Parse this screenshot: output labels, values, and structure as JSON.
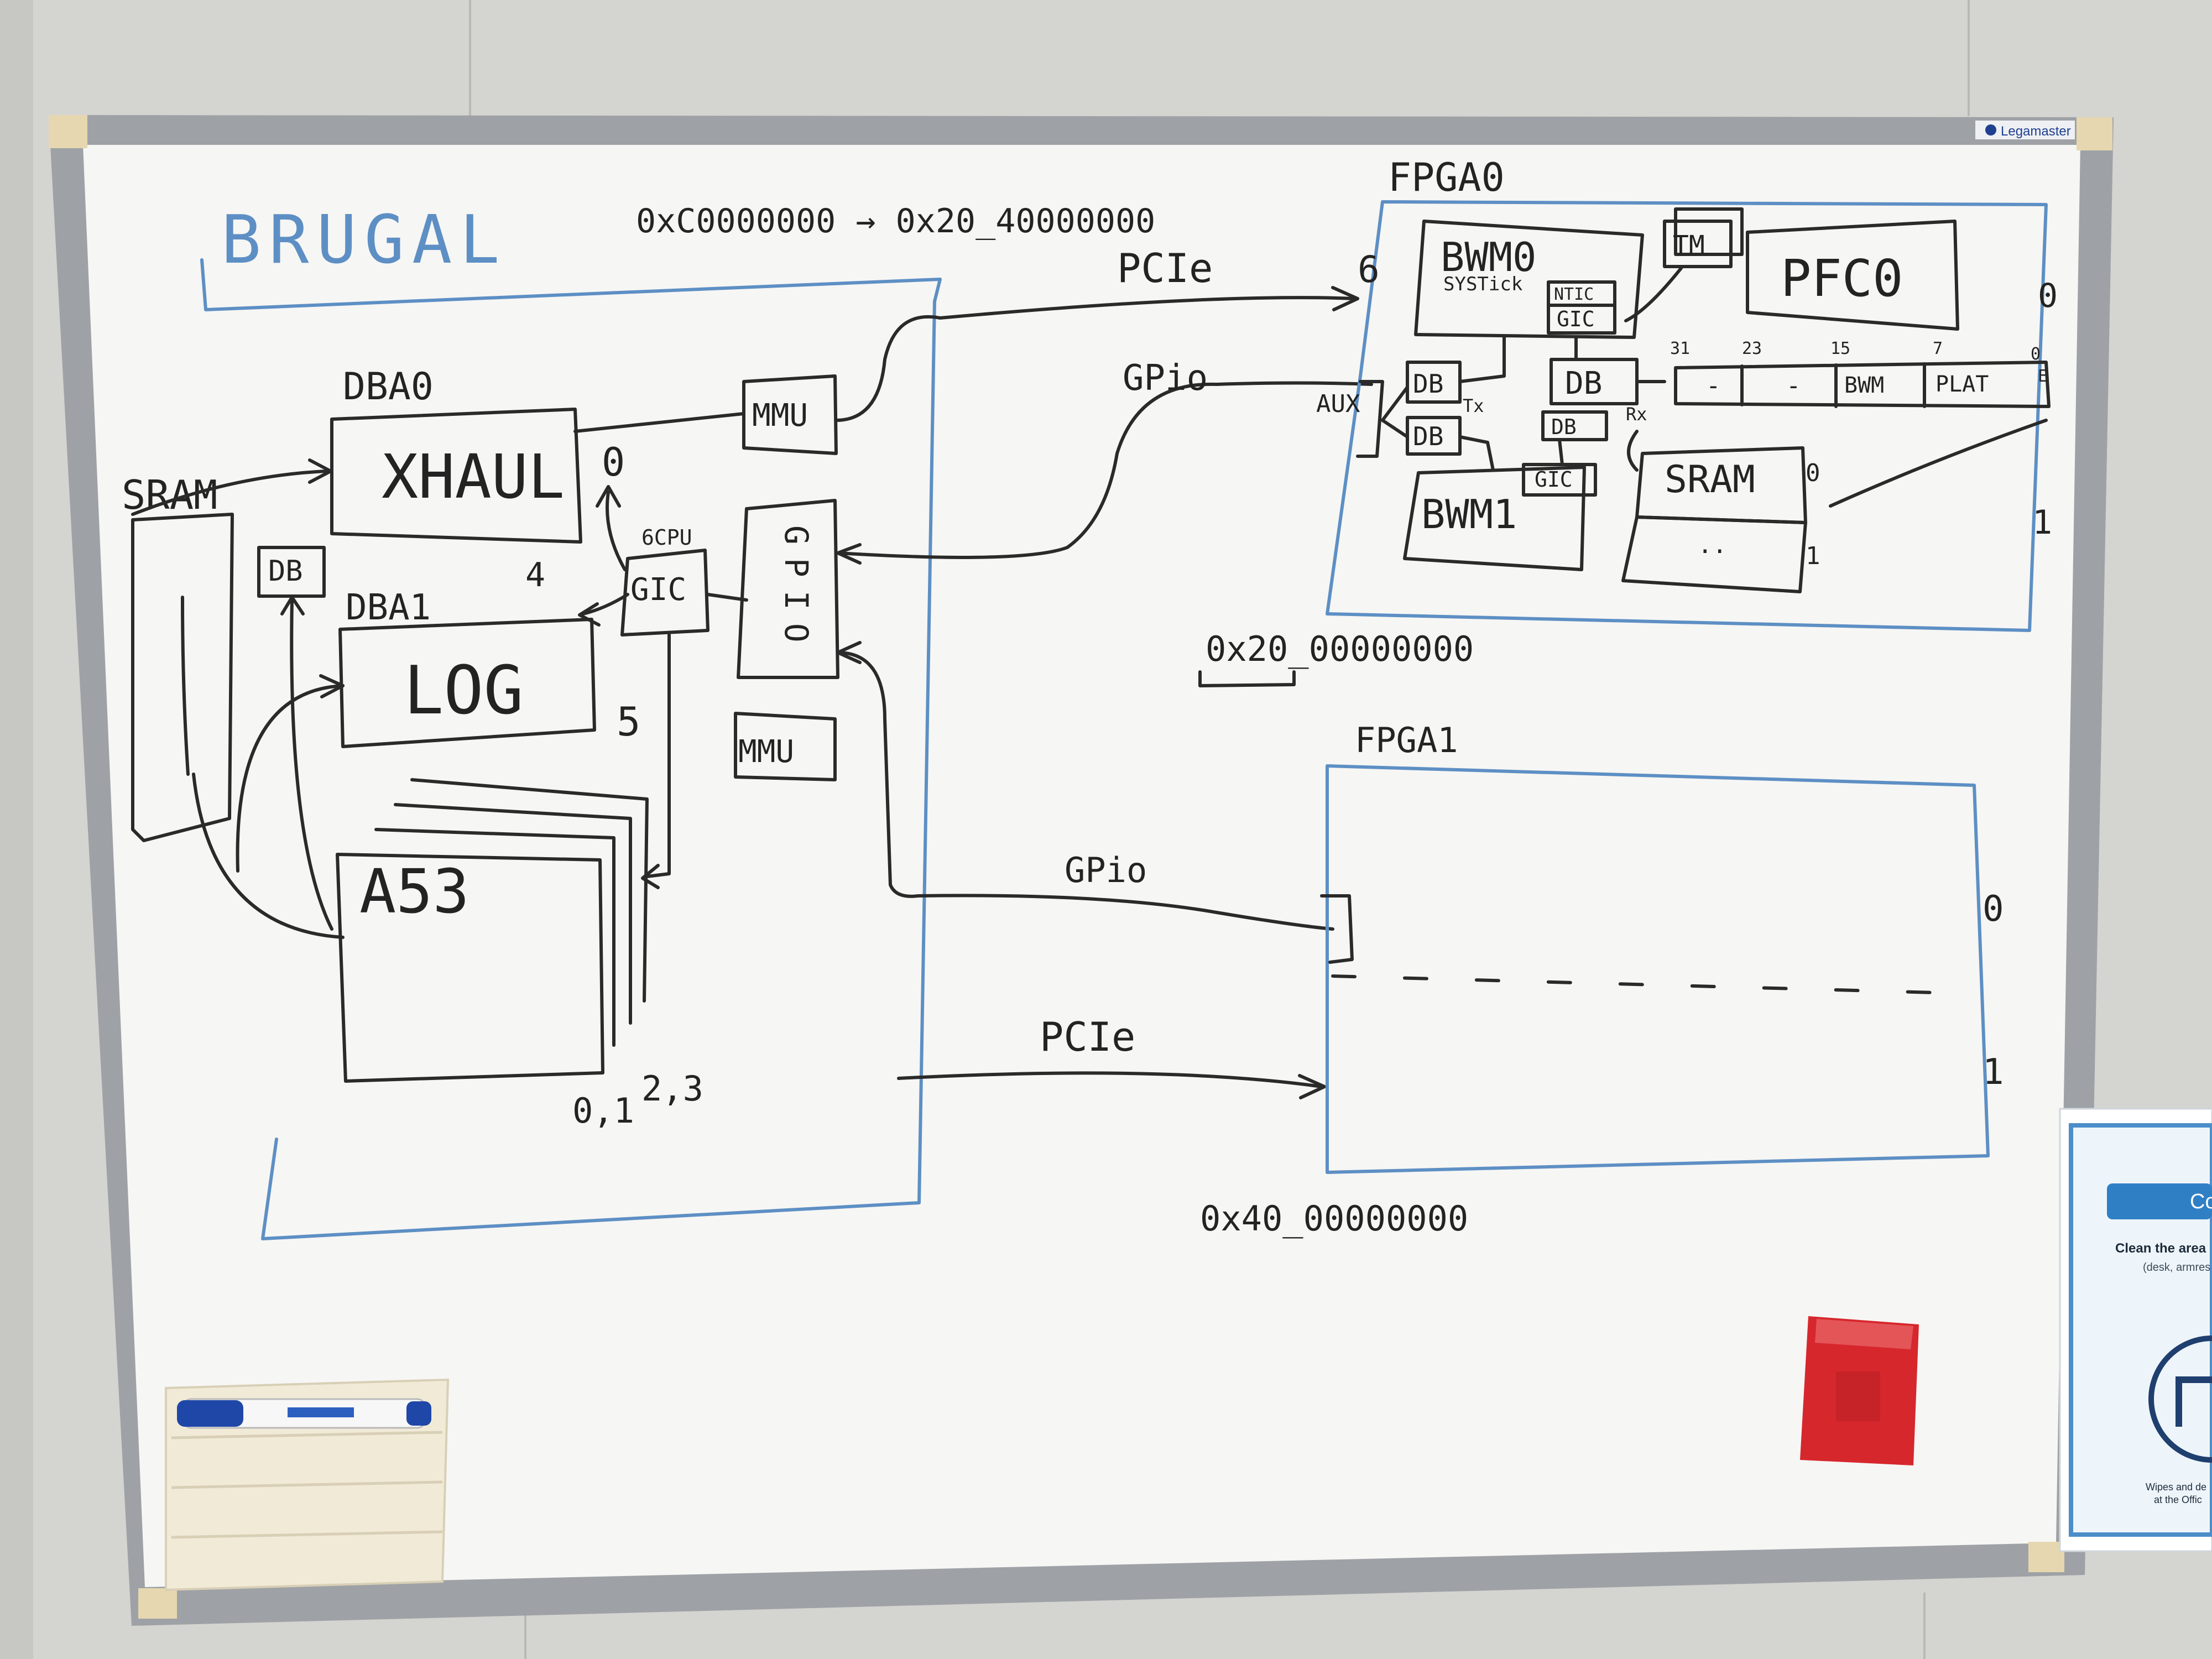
{
  "brand": {
    "name": "Legamaster"
  },
  "diagram": {
    "title": "BRUGAL",
    "addresses": {
      "range_top": "0xC0000000 → 0x20_40000000",
      "mid": "0x20_00000000",
      "bottom": "0x40_00000000"
    },
    "soc": {
      "sram": "SRAM",
      "db": "DB",
      "dba0": {
        "label": "DBA0",
        "block": "XHAUL",
        "num_a": "0",
        "num_b": "4"
      },
      "dba1": {
        "label": "DBA1",
        "block": "LOG",
        "num": "5"
      },
      "a53": {
        "block": "A53",
        "cores": "0,1",
        "core_extra": "2,3"
      },
      "gic": {
        "label": "GIC",
        "caption": "6CPU"
      },
      "gpio": {
        "label": "GPIO"
      },
      "mmu_top": "MMU",
      "mmu_bottom": "MMU"
    },
    "links": {
      "pcie_top": "PCIe",
      "gpio_top": "GPio",
      "gpio_bottom": "GPio",
      "pcie_bottom": "PCIe"
    },
    "fpga0": {
      "label": "FPGA0",
      "bwm0": "BWM0",
      "systick": "SYSTick",
      "ntic": "NTIC",
      "gic": "GIC",
      "tm": "TM",
      "pfc0": "PFC0",
      "index_six": "6",
      "aux": "AUX",
      "db_a": "DB",
      "db_b": "DB",
      "db_c": "DB",
      "db_d": "DB",
      "tx": "Tx",
      "rx": "Rx",
      "bwm1": "BWM1",
      "gic_b": "GIC",
      "sram": "SRAM",
      "sram_row0": "0",
      "sram_row1": "1",
      "sram_ellipsis": "..",
      "register": {
        "bits": [
          "31",
          "23",
          "15",
          "7",
          "0"
        ],
        "fields": [
          "-",
          "-",
          "BWM",
          "PLAT"
        ],
        "end_mark": "E"
      },
      "side_0": "0",
      "side_1": "1"
    },
    "fpga1": {
      "label": "FPGA1",
      "side_0": "0",
      "side_1": "1"
    }
  },
  "poster": {
    "header": "Co",
    "line1": "Clean the area",
    "line2": "(desk, armres",
    "footer1": "Wipes and de",
    "footer2": "at the Offic"
  }
}
